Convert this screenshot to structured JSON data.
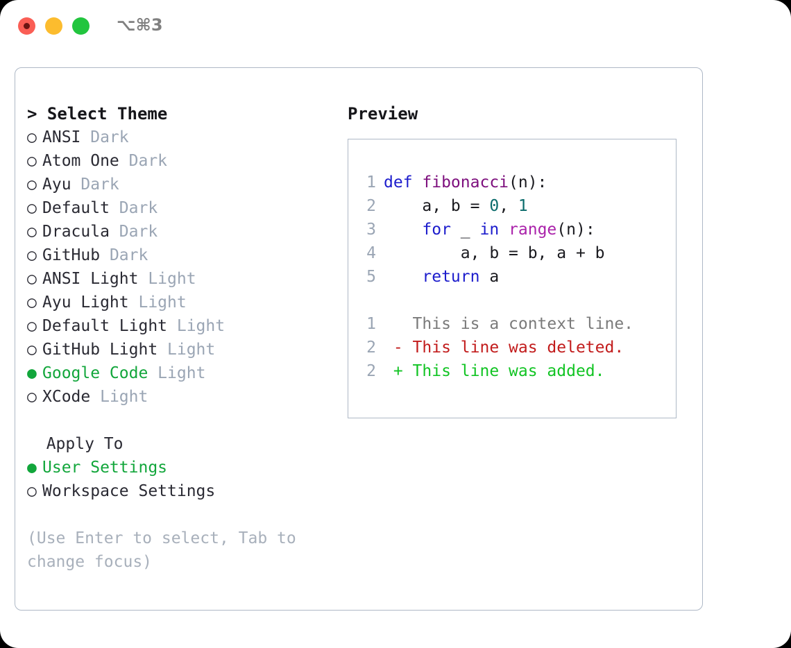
{
  "window": {
    "shortcut": "⌥⌘3",
    "traffic_lights": [
      "close-red",
      "minimize-yellow",
      "maximize-green"
    ]
  },
  "theme_picker": {
    "header": "> Select Theme",
    "items": [
      {
        "marker": "○",
        "name": "ANSI",
        "tag": "Dark",
        "selected": false
      },
      {
        "marker": "○",
        "name": "Atom One",
        "tag": "Dark",
        "selected": false
      },
      {
        "marker": "○",
        "name": "Ayu",
        "tag": "Dark",
        "selected": false
      },
      {
        "marker": "○",
        "name": "Default",
        "tag": "Dark",
        "selected": false
      },
      {
        "marker": "○",
        "name": "Dracula",
        "tag": "Dark",
        "selected": false
      },
      {
        "marker": "○",
        "name": "GitHub",
        "tag": "Dark",
        "selected": false
      },
      {
        "marker": "○",
        "name": "ANSI Light",
        "tag": "Light",
        "selected": false
      },
      {
        "marker": "○",
        "name": "Ayu Light",
        "tag": "Light",
        "selected": false
      },
      {
        "marker": "○",
        "name": "Default Light",
        "tag": "Light",
        "selected": false
      },
      {
        "marker": "○",
        "name": "GitHub Light",
        "tag": "Light",
        "selected": false
      },
      {
        "marker": "●",
        "name": "Google Code",
        "tag": "Light",
        "selected": true
      },
      {
        "marker": "○",
        "name": "XCode",
        "tag": "Light",
        "selected": false
      }
    ]
  },
  "apply_to": {
    "header": "  Apply To",
    "items": [
      {
        "marker": "●",
        "name": "User Settings",
        "selected": true
      },
      {
        "marker": "○",
        "name": "Workspace Settings",
        "selected": false
      }
    ]
  },
  "hint": "(Use Enter to select, Tab to change focus)",
  "preview": {
    "title": "Preview",
    "code_lines": [
      {
        "num": "1",
        "tokens": [
          {
            "t": "def ",
            "c": "kw"
          },
          {
            "t": "fibonacci",
            "c": "fn"
          },
          {
            "t": "(n):",
            "c": "pl"
          }
        ]
      },
      {
        "num": "2",
        "tokens": [
          {
            "t": "    a, b = ",
            "c": "pl"
          },
          {
            "t": "0",
            "c": "num"
          },
          {
            "t": ", ",
            "c": "pl"
          },
          {
            "t": "1",
            "c": "num"
          }
        ]
      },
      {
        "num": "3",
        "tokens": [
          {
            "t": "    ",
            "c": "pl"
          },
          {
            "t": "for",
            "c": "kw"
          },
          {
            "t": " _ ",
            "c": "pl"
          },
          {
            "t": "in",
            "c": "kw"
          },
          {
            "t": " ",
            "c": "pl"
          },
          {
            "t": "range",
            "c": "bi"
          },
          {
            "t": "(n):",
            "c": "pl"
          }
        ]
      },
      {
        "num": "4",
        "tokens": [
          {
            "t": "        a, b = b, a + b",
            "c": "pl"
          }
        ]
      },
      {
        "num": "5",
        "tokens": [
          {
            "t": "    ",
            "c": "pl"
          },
          {
            "t": "return",
            "c": "kw"
          },
          {
            "t": " a",
            "c": "pl"
          }
        ]
      }
    ],
    "diff_lines": [
      {
        "num": "1",
        "tokens": [
          {
            "t": "   This is a context line.",
            "c": "ctx"
          }
        ]
      },
      {
        "num": "2",
        "tokens": [
          {
            "t": " - This line was deleted.",
            "c": "del"
          }
        ]
      },
      {
        "num": "2",
        "tokens": [
          {
            "t": " + This line was added.",
            "c": "add"
          }
        ]
      }
    ]
  },
  "colors": {
    "accent_green": "#12a63b",
    "muted_gray": "#9aa5b4",
    "border": "#aeb8c6",
    "keyword": "#1c1ccc",
    "function": "#7d0f7d",
    "builtin": "#aa22aa",
    "number": "#0a6b6b",
    "diff_removed": "#c21c1c",
    "diff_added": "#12c424",
    "traffic_red": "#fa5e55",
    "traffic_yellow": "#fcbc2e",
    "traffic_green": "#22c53e"
  }
}
